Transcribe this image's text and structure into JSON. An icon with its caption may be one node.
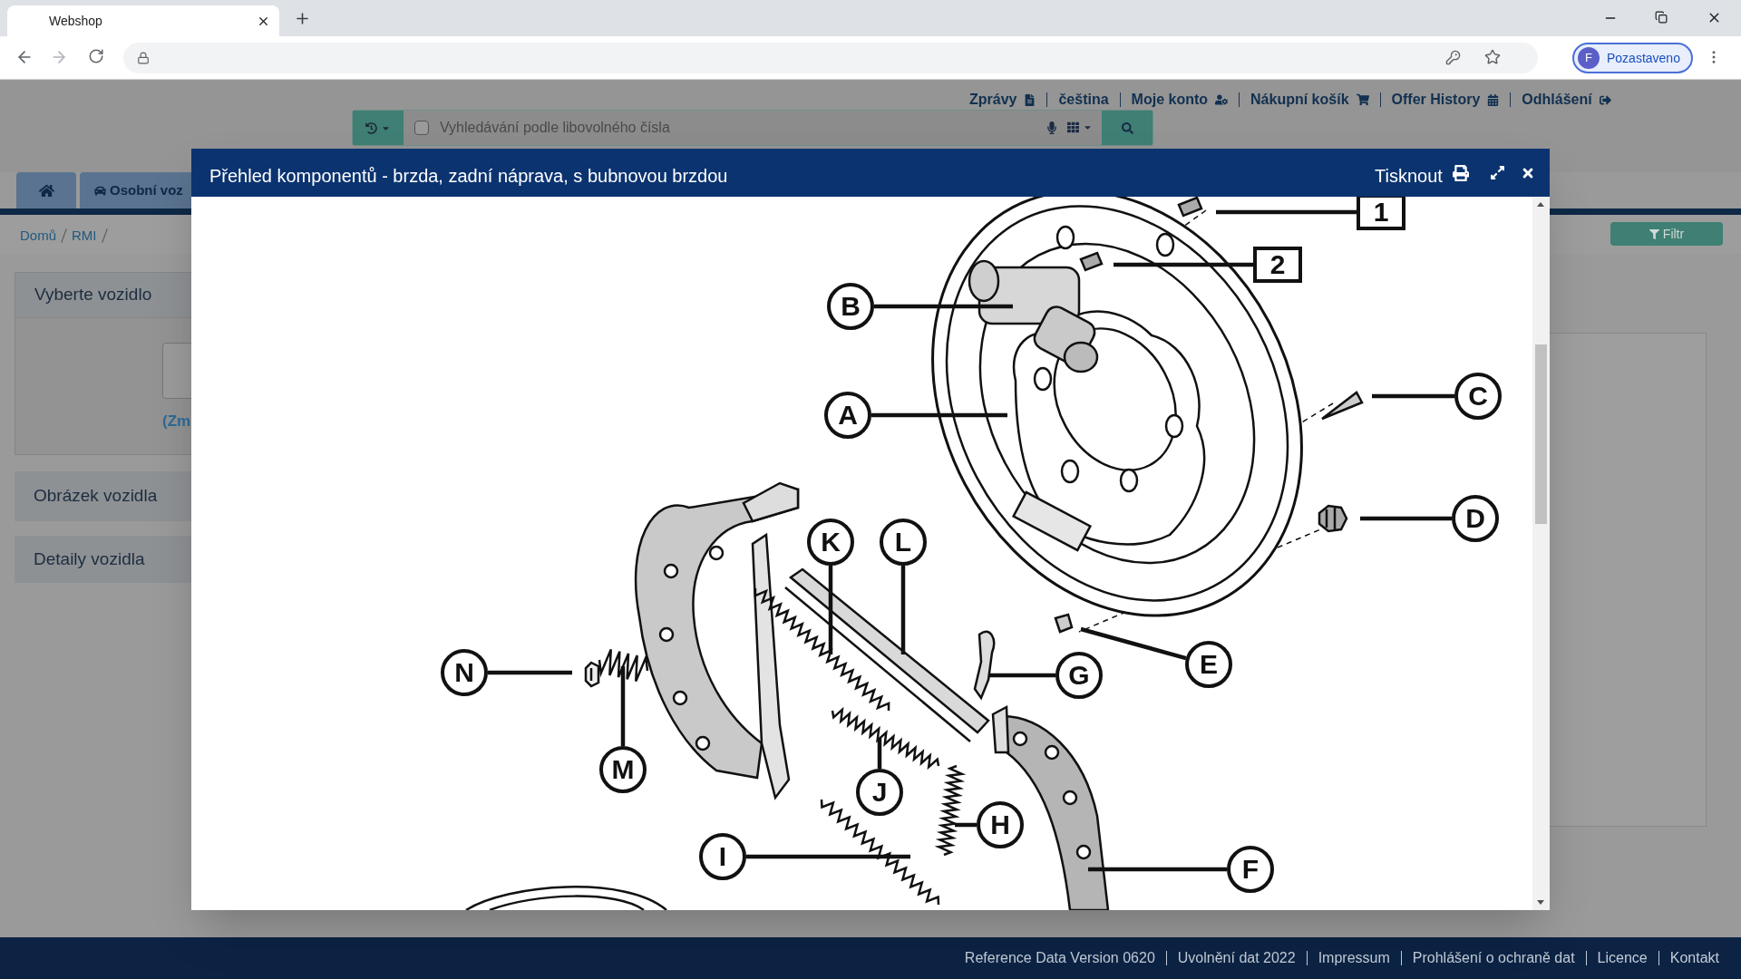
{
  "diagram": {
    "title": "Přehled komponentů - brzda, zadní náprava, s bubnovou brzdou",
    "nodes": [
      {
        "text": [
          "1"
        ]
      },
      {
        "text": [
          "2"
        ]
      },
      {
        "text": [
          "B"
        ]
      },
      {
        "text": [
          "A"
        ]
      },
      {
        "text": [
          "C"
        ]
      },
      {
        "text": [
          "D"
        ]
      },
      {
        "text": [
          "K"
        ]
      },
      {
        "text": [
          "L"
        ]
      },
      {
        "text": [
          "N"
        ]
      },
      {
        "text": [
          "E"
        ]
      },
      {
        "text": [
          "G"
        ]
      },
      {
        "text": [
          "M"
        ]
      },
      {
        "text": [
          "J"
        ]
      },
      {
        "text": [
          "H"
        ]
      },
      {
        "text": [
          "I"
        ]
      },
      {
        "text": [
          "F"
        ]
      }
    ],
    "edges": [
      {
        "from": 0,
        "to": null,
        "arrow": "none"
      },
      {
        "from": 1,
        "to": null,
        "arrow": "none"
      },
      {
        "from": 2,
        "to": null,
        "arrow": "none"
      },
      {
        "from": 3,
        "to": null,
        "arrow": "none"
      },
      {
        "from": 4,
        "to": null,
        "arrow": "none"
      },
      {
        "from": 5,
        "to": null,
        "arrow": "none"
      },
      {
        "from": 6,
        "to": null,
        "arrow": "none"
      },
      {
        "from": 7,
        "to": null,
        "arrow": "none"
      },
      {
        "from": 8,
        "to": null,
        "arrow": "none"
      },
      {
        "from": 9,
        "to": null,
        "arrow": "none"
      },
      {
        "from": 10,
        "to": null,
        "arrow": "none"
      },
      {
        "from": 11,
        "to": null,
        "arrow": "none"
      },
      {
        "from": 12,
        "to": null,
        "arrow": "none"
      },
      {
        "from": 13,
        "to": null,
        "arrow": "none"
      },
      {
        "from": 14,
        "to": null,
        "arrow": "none"
      },
      {
        "from": 15,
        "to": null,
        "arrow": "none"
      }
    ],
    "labels": [
      "Webshop",
      "F",
      "Pozastaveno",
      "Zprávy",
      "čeština",
      "Moje konto",
      "Nákupní košík",
      "Offer History",
      "Odhlášení",
      "Vyhledávání podle libovolného čísla",
      "Osobní voz",
      "Domů",
      "RMI",
      "Filtr",
      "Vyberte vozidlo",
      "(Zm",
      "Obrázek vozidla",
      "Detaily vozidla",
      "Tisknout",
      "Reference Data Version 0620",
      "Uvolnění dat 2022",
      "Impressum",
      "Prohlášení o ochraně dat",
      "Licence",
      "Kontakt"
    ]
  }
}
